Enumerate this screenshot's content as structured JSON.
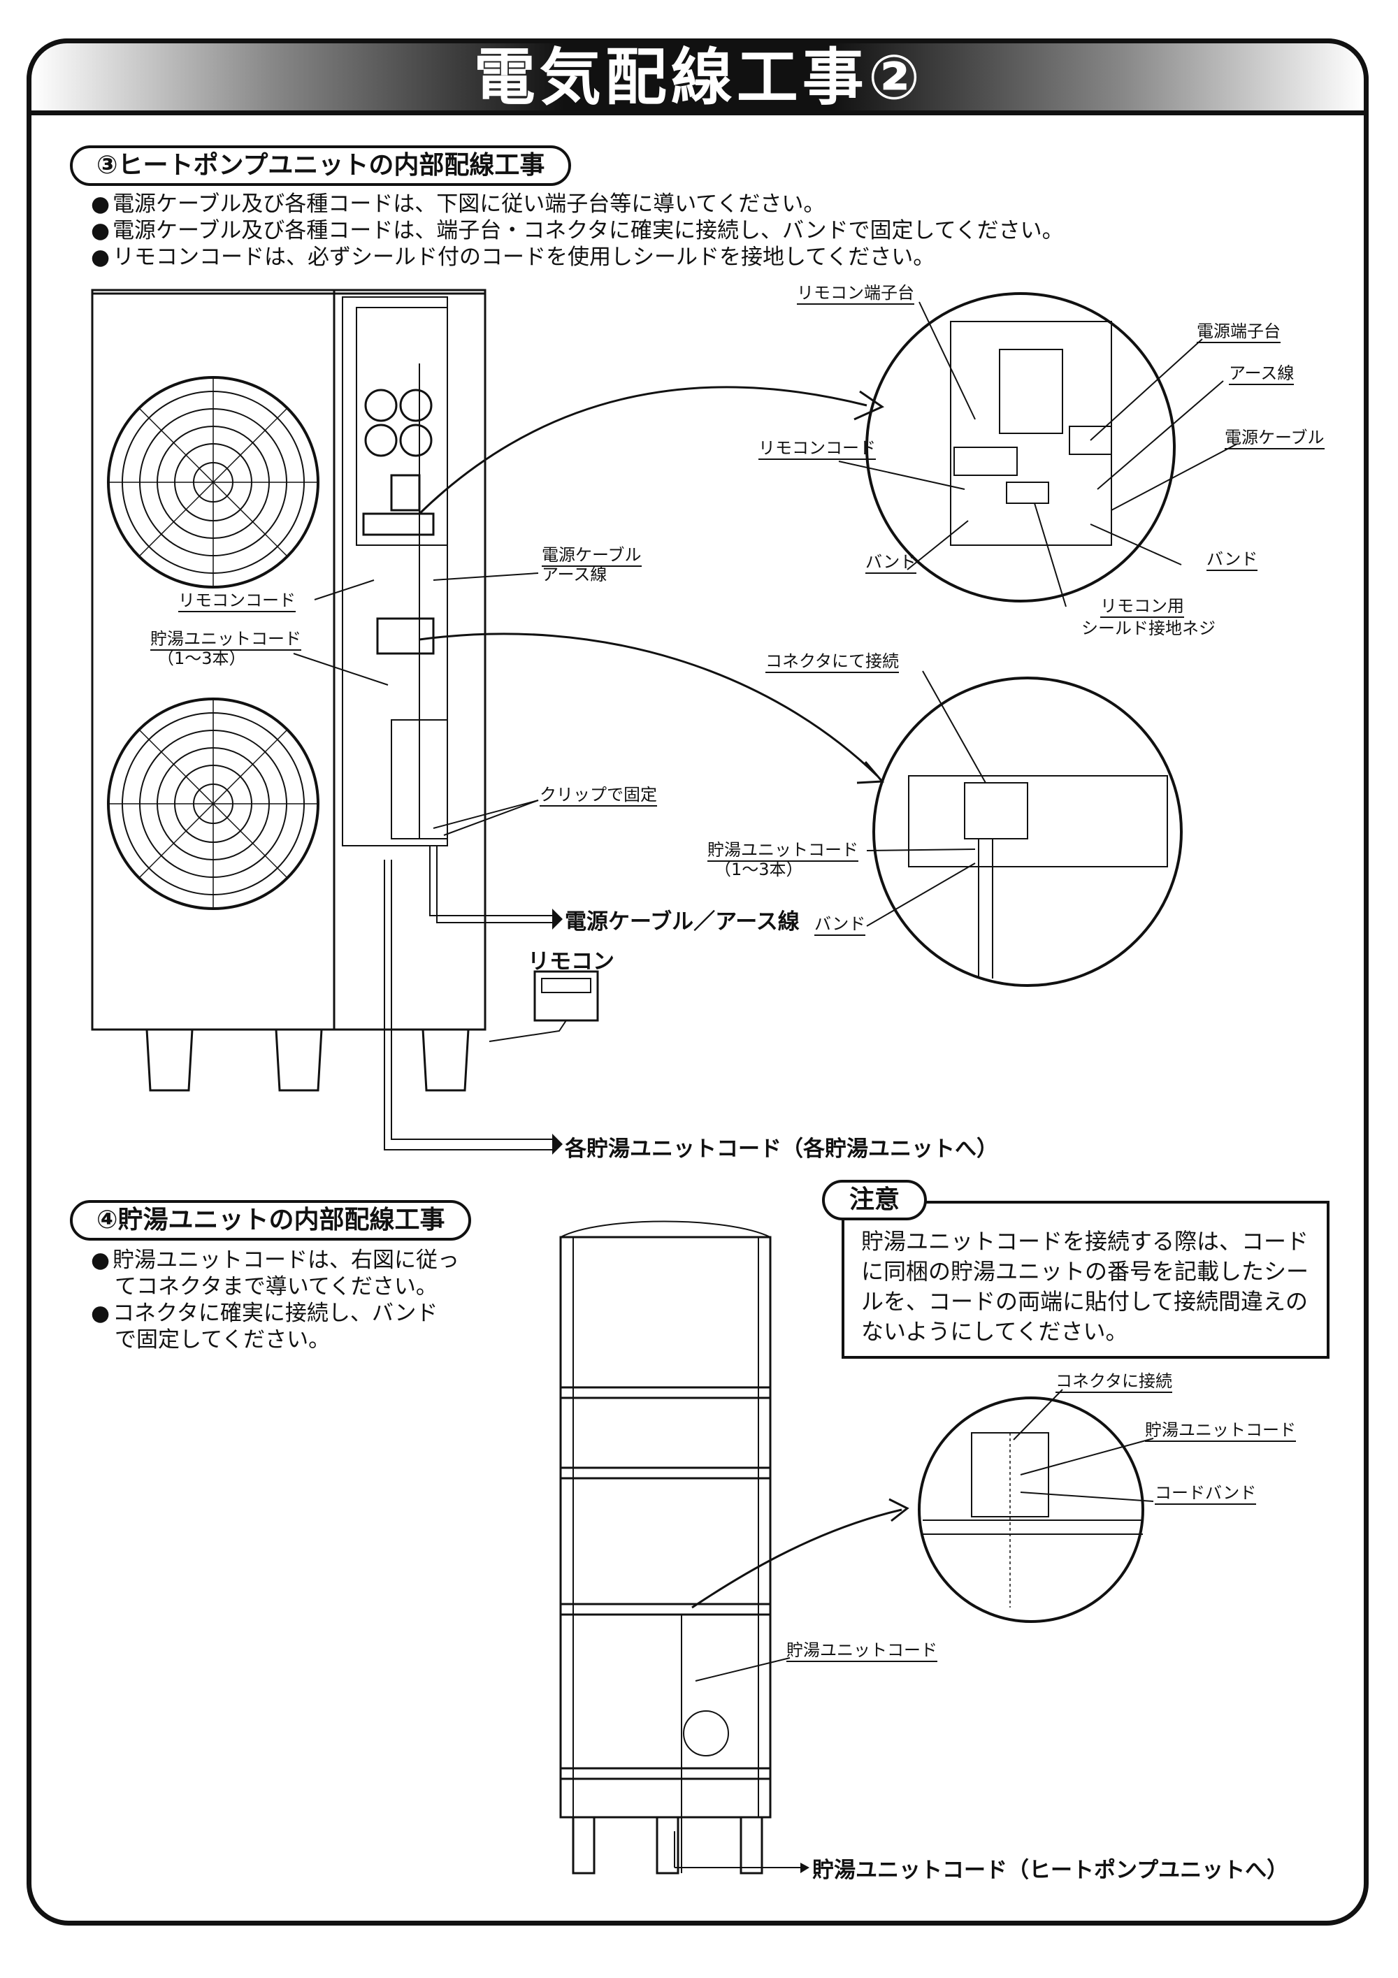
{
  "title": "電気配線工事②",
  "section3": {
    "heading": "③ヒートポンプユニットの内部配線工事",
    "bullets": [
      "電源ケーブル及び各種コードは、下図に従い端子台等に導いてください。",
      "電源ケーブル及び各種コードは、端子台・コネクタに確実に接続し、バンドで固定してください。",
      "リモコンコードは、必ずシールド付のコードを使用しシールドを接地してください。"
    ],
    "labels": {
      "power_cable_earth": [
        "電源ケーブル",
        "アース線"
      ],
      "remocon_code": "リモコンコード",
      "tank_unit_code": "貯湯ユニットコード",
      "tank_unit_code_count": "（1〜3本）",
      "clip_fix": "クリップで固定",
      "power_cable_out": "電源ケーブル／アース線",
      "remocon": "リモコン",
      "each_tank_code": "各貯湯ユニットコード（各貯湯ユニットへ）"
    },
    "detail_top": {
      "remocon_terminal": "リモコン端子台",
      "power_terminal": "電源端子台",
      "earth_wire": "アース線",
      "power_cable": "電源ケーブル",
      "remocon_code": "リモコンコード",
      "band_left": "バンド",
      "band_right": "バンド",
      "shield_screw": [
        "リモコン用",
        "シールド接地ネジ"
      ]
    },
    "detail_mid": {
      "connector": "コネクタにて接続",
      "tank_unit_code": "貯湯ユニットコード",
      "count": "（1〜3本）",
      "band": "バンド"
    }
  },
  "section4": {
    "heading": "④貯湯ユニットの内部配線工事",
    "bullets": [
      [
        "貯湯ユニットコードは、右図に従っ",
        "てコネクタまで導いてください。"
      ],
      [
        "コネクタに確実に接続し、バンド",
        "で固定してください。"
      ]
    ],
    "caution": {
      "title": "注意",
      "text": "貯湯ユニットコードを接続する際は、コードに同梱の貯湯ユニットの番号を記載したシールを、コードの両端に貼付して接続間違えのないようにしてください。"
    },
    "labels": {
      "connector": "コネクタに接続",
      "tank_code": "貯湯ユニットコード",
      "code_band": "コードバンド",
      "tank_code_2": "貯湯ユニットコード",
      "to_heatpump": "貯湯ユニットコード（ヒートポンプユニットへ）"
    }
  }
}
